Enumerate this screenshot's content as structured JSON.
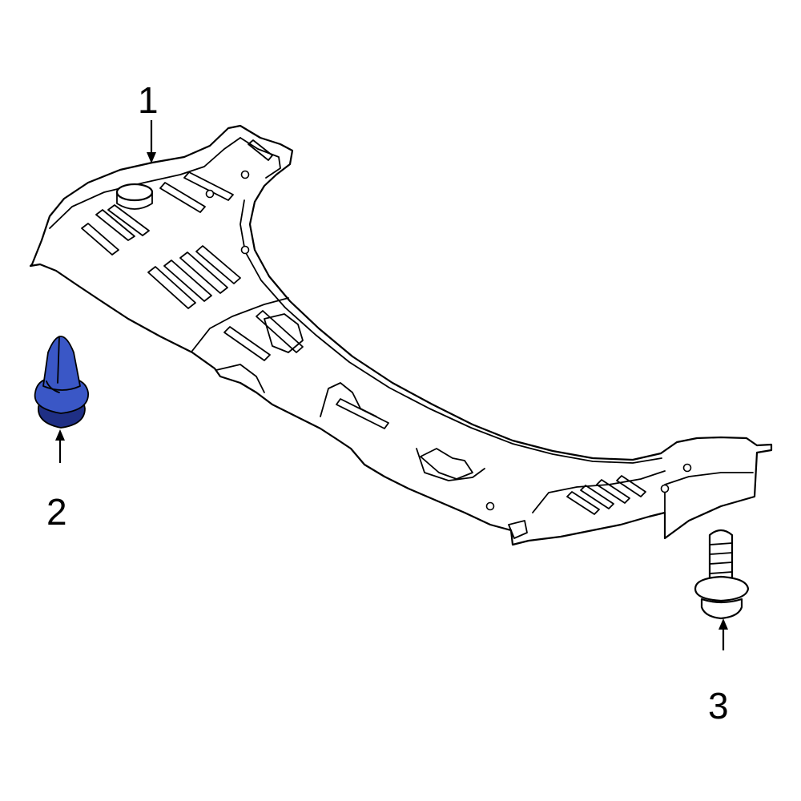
{
  "callouts": [
    {
      "id": "1",
      "label": "1"
    },
    {
      "id": "2",
      "label": "2"
    },
    {
      "id": "3",
      "label": "3"
    }
  ],
  "colors": {
    "background": "#ffffff",
    "line": "#000000",
    "highlight": "#3a57c6",
    "highlight_shade": "#1f2f85"
  },
  "parts": [
    {
      "callout": "1",
      "name": "splash-shield"
    },
    {
      "callout": "2",
      "name": "retainer-clip",
      "highlighted": true
    },
    {
      "callout": "3",
      "name": "flange-bolt"
    }
  ]
}
